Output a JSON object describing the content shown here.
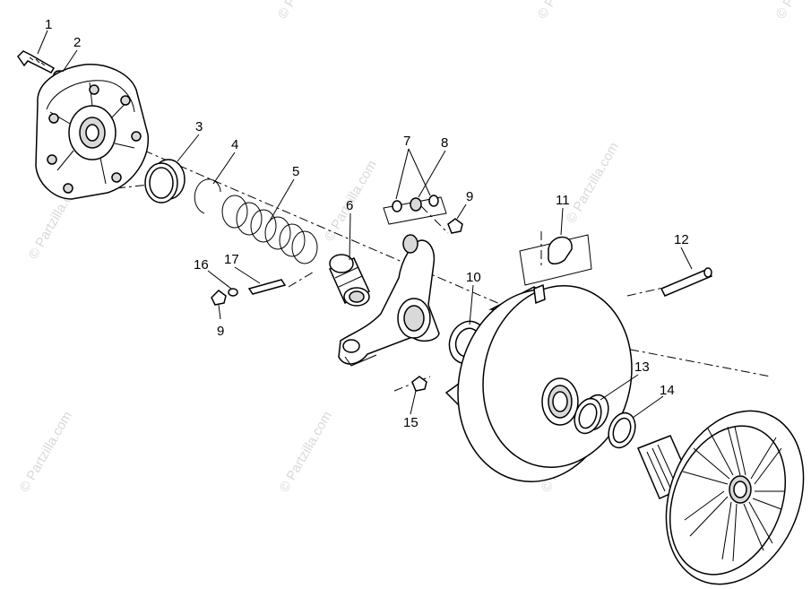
{
  "watermark": {
    "text": "© Partzilla.com"
  },
  "callouts": [
    {
      "id": "1",
      "label": "1"
    },
    {
      "id": "2",
      "label": "2"
    },
    {
      "id": "3",
      "label": "3"
    },
    {
      "id": "4",
      "label": "4"
    },
    {
      "id": "5",
      "label": "5"
    },
    {
      "id": "6",
      "label": "6"
    },
    {
      "id": "7",
      "label": "7"
    },
    {
      "id": "8",
      "label": "8"
    },
    {
      "id": "9a",
      "label": "9"
    },
    {
      "id": "9b",
      "label": "9"
    },
    {
      "id": "10",
      "label": "10"
    },
    {
      "id": "11",
      "label": "11"
    },
    {
      "id": "12",
      "label": "12"
    },
    {
      "id": "13",
      "label": "13"
    },
    {
      "id": "14",
      "label": "14"
    },
    {
      "id": "15",
      "label": "15"
    },
    {
      "id": "16",
      "label": "16"
    },
    {
      "id": "17",
      "label": "17"
    }
  ]
}
